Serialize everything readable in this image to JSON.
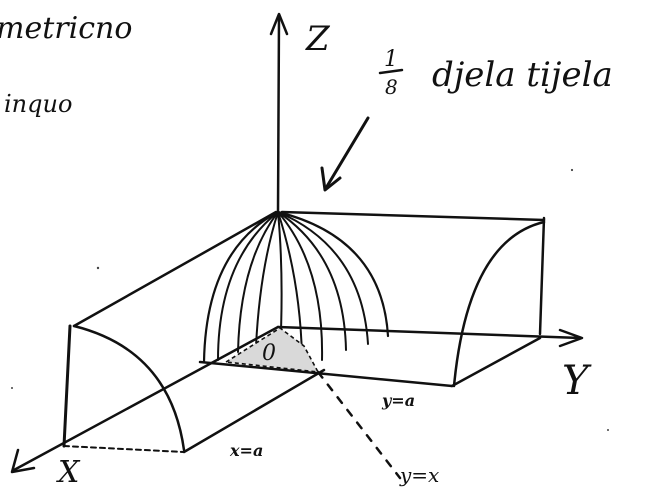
{
  "sketch": {
    "heading_fragment": "metricno",
    "subheading_fragment": "inquo",
    "annotation_fraction_num": "1",
    "annotation_fraction_den": "8",
    "annotation_text": "djela tijela",
    "axis_z": "Z",
    "axis_y": "Y",
    "axis_x": "X",
    "origin": "0",
    "label_x_eq_a": "x=a",
    "label_y_eq_a": "y=a",
    "label_y_eq_x": "y=x",
    "ink_color": "#111111"
  }
}
